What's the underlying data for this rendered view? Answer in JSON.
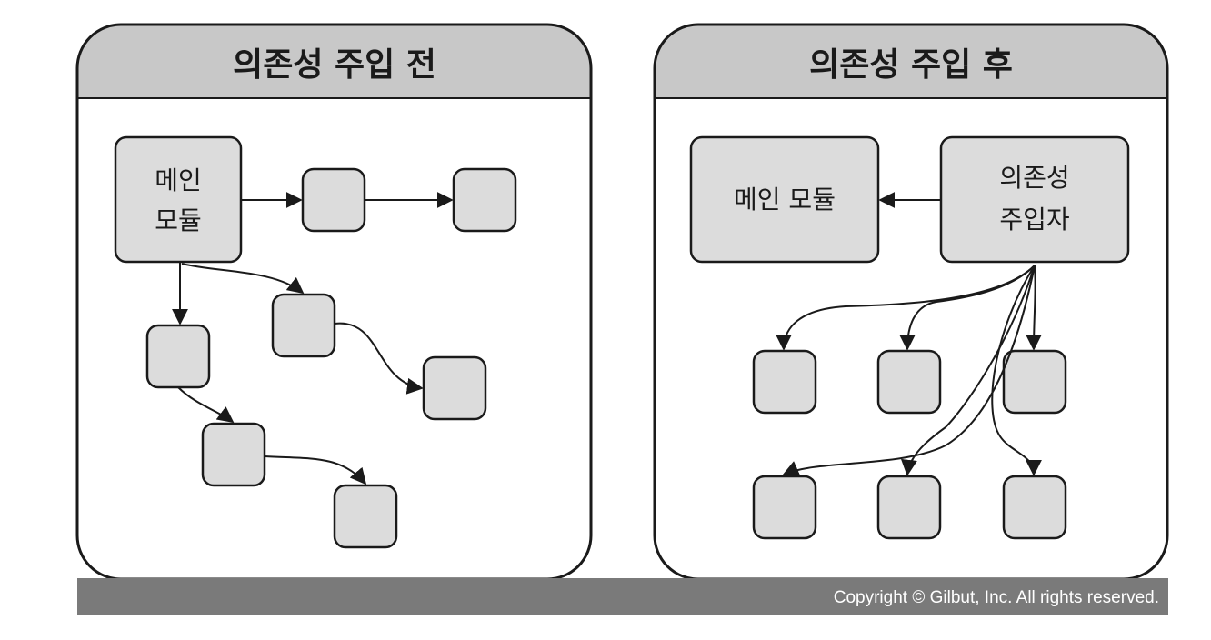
{
  "panels": {
    "before": {
      "title": "의존성 주입 전",
      "main_module_lines": [
        "메인",
        "모듈"
      ]
    },
    "after": {
      "title": "의존성 주입 후",
      "main_module": "메인 모듈",
      "injector_lines": [
        "의존성",
        "주입자"
      ]
    }
  },
  "copyright": "Copyright © Gilbut, Inc. All rights reserved.",
  "colors": {
    "header": "#c8c8c8",
    "node_fill": "#dcdcdc",
    "stroke": "#1a1a1a",
    "copyright_bar": "#7a7a7a"
  }
}
